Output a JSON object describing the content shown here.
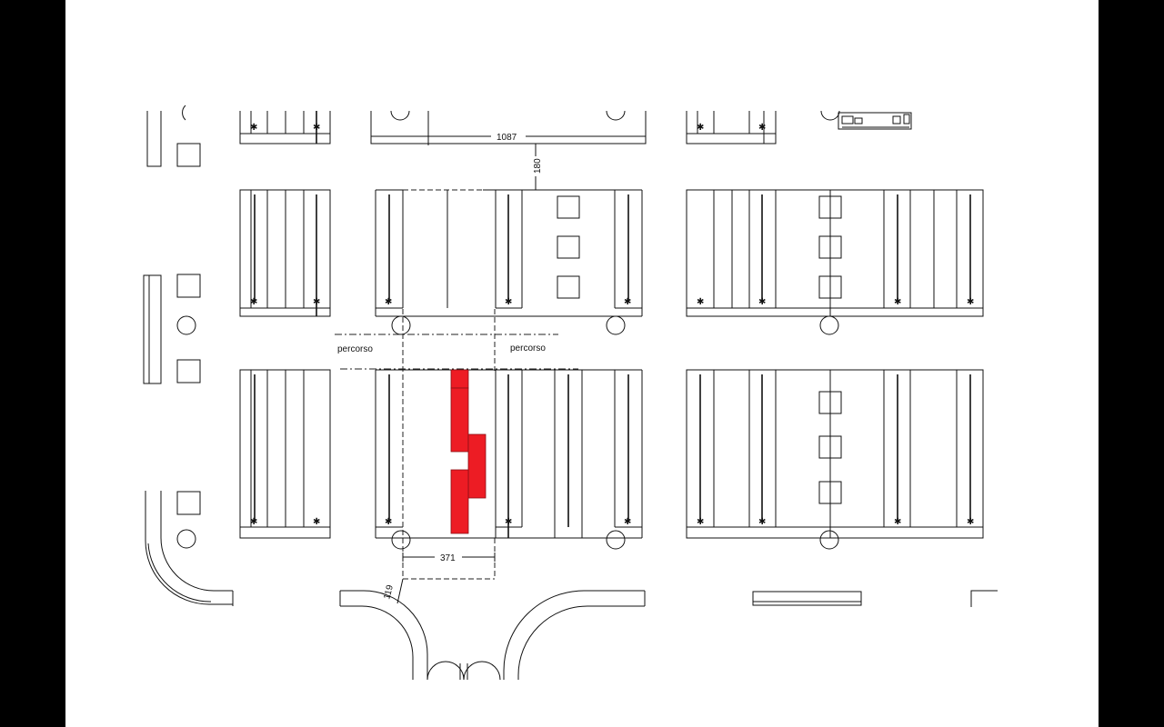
{
  "labels": {
    "dim_top_width": "1087",
    "dim_aisle_gap": "180",
    "dim_stand_width": "371",
    "dim_offset": "119",
    "path_left": "percorso",
    "path_right": "percorso"
  },
  "colors": {
    "background": "#000000",
    "sheet": "#ffffff",
    "line": "#111111",
    "highlight": "#ed1c24"
  }
}
